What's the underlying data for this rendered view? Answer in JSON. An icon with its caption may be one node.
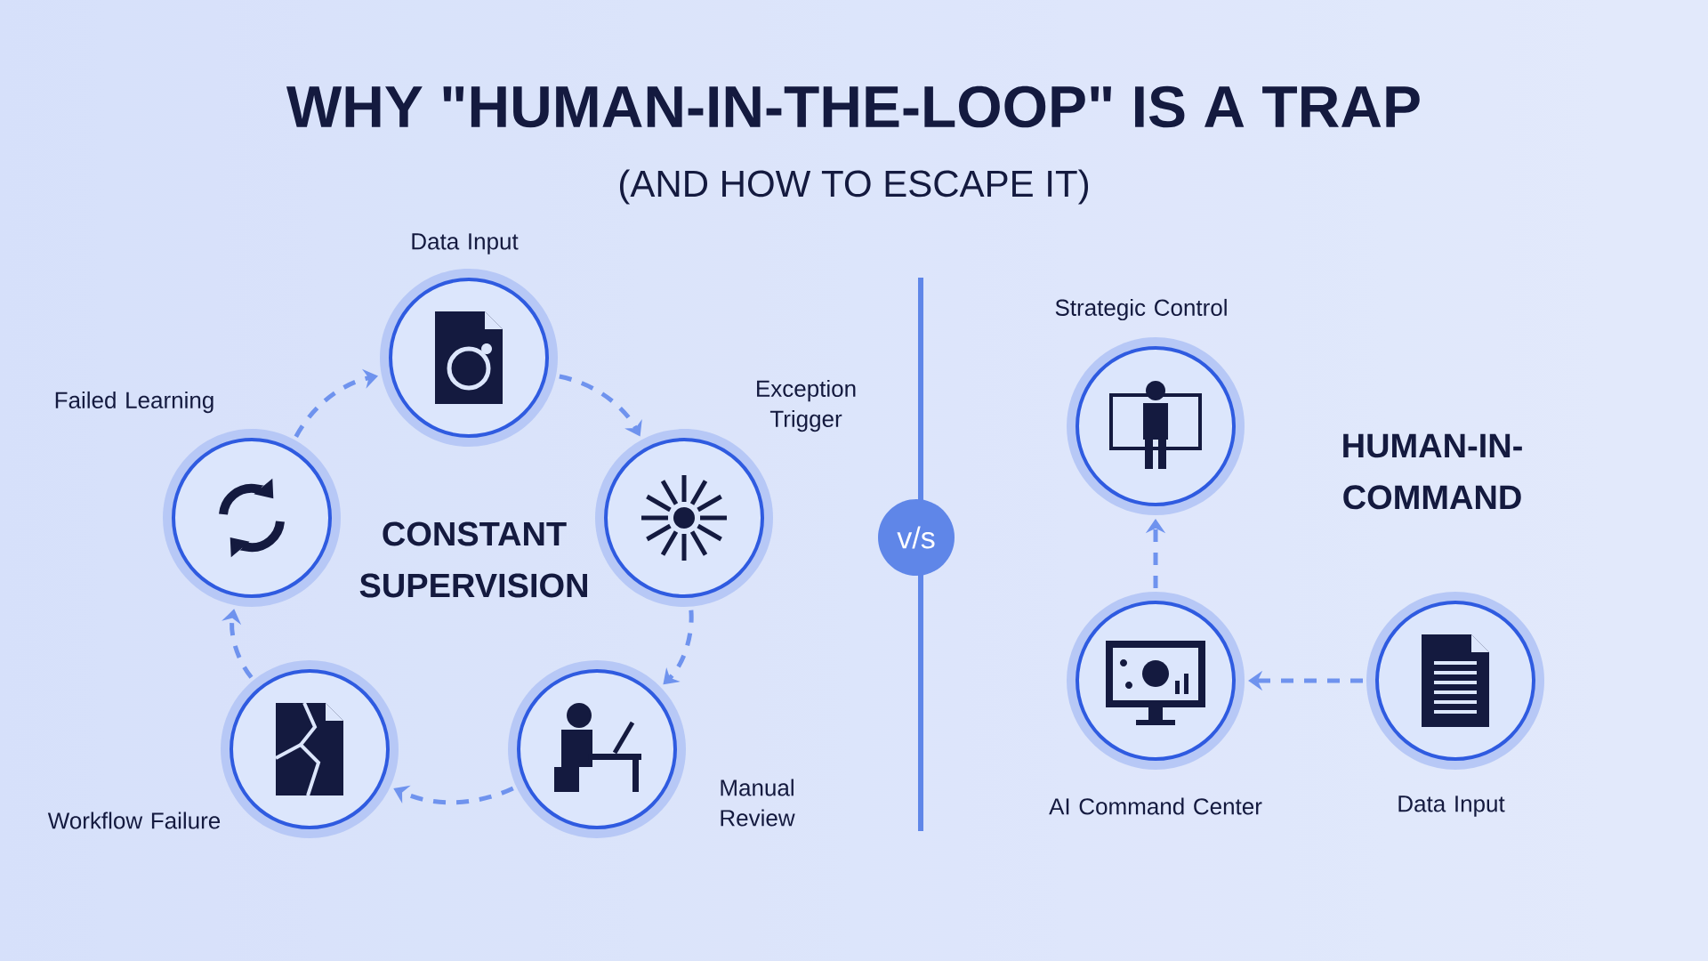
{
  "diagram": {
    "title": "WHY \"HUMAN-IN-THE-LOOP\" IS A TRAP",
    "caption": "(AND HOW TO ESCAPE IT)",
    "nodes": [
      {
        "text": [],
        "shape": "circle",
        "beside": [
          "Data Input"
        ]
      },
      {
        "text": [],
        "shape": "circle",
        "beside": [
          "Exception Trigger"
        ]
      },
      {
        "text": [],
        "shape": "circle",
        "beside": [
          "Manual Review"
        ]
      },
      {
        "text": [],
        "shape": "circle",
        "beside": [
          "Workflow Failure"
        ]
      },
      {
        "text": [],
        "shape": "circle",
        "beside": [
          "Failed Learning"
        ]
      },
      {
        "text": [
          "v/s"
        ]
      },
      {
        "text": [],
        "shape": "circle",
        "beside": [
          "Strategic Control"
        ]
      },
      {
        "text": [],
        "shape": "circle",
        "beside": [
          "AI Command Center"
        ]
      },
      {
        "text": [],
        "shape": "circle",
        "beside": [
          "Data Input"
        ]
      }
    ],
    "edges": [
      {
        "from": 0,
        "to": 1,
        "arrow": "to",
        "style": "dashed"
      },
      {
        "from": 1,
        "to": 2,
        "arrow": "to",
        "style": "dashed"
      },
      {
        "from": 2,
        "to": 3,
        "arrow": "to",
        "style": "dashed"
      },
      {
        "from": 3,
        "to": 4,
        "arrow": "to",
        "style": "dashed"
      },
      {
        "from": 4,
        "to": 0,
        "arrow": "to",
        "style": "dashed"
      },
      {
        "from": 7,
        "to": 6,
        "arrow": "to",
        "style": "dashed"
      },
      {
        "from": 8,
        "to": 7,
        "arrow": "to",
        "style": "dashed"
      }
    ],
    "labels": [
      "CONSTANT SUPERVISION",
      "HUMAN-IN-COMMAND"
    ]
  }
}
